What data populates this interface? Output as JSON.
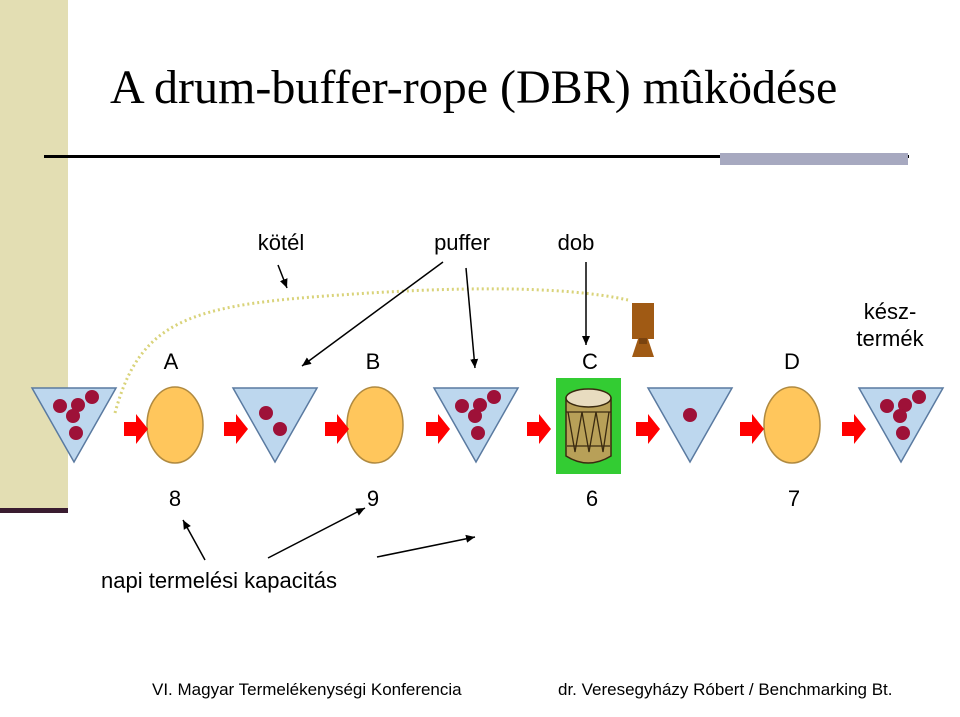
{
  "title": "A drum-buffer-rope (DBR) mûködése",
  "labels": {
    "rope": "kötél",
    "buffer": "puffer",
    "drum": "dob",
    "finished_line1": "kész-",
    "finished_line2": "termék"
  },
  "stations": [
    {
      "name": "A",
      "capacity": "8"
    },
    {
      "name": "B",
      "capacity": "9"
    },
    {
      "name": "C",
      "capacity": "6"
    },
    {
      "name": "D",
      "capacity": "7"
    }
  ],
  "capacity_label": "napi termelési kapacitás",
  "buffer_item_counts": [
    5,
    2,
    5,
    1,
    5
  ],
  "footer": {
    "left": "VI. Magyar Termelékenységi Konferencia",
    "right": "dr. Veresegyházy Róbert  /  Benchmarking Bt."
  },
  "colors": {
    "triangle": "#bdd7ee",
    "triangle_stroke": "#5a7aa0",
    "station": "#ffc65c",
    "station_stroke": "#b08a40",
    "item": "#9e1138",
    "flow_arrow": "#ff0000",
    "rope": "#d9d37a",
    "sidebar": "#e3deb3",
    "drum_bg": "#33cc33"
  }
}
